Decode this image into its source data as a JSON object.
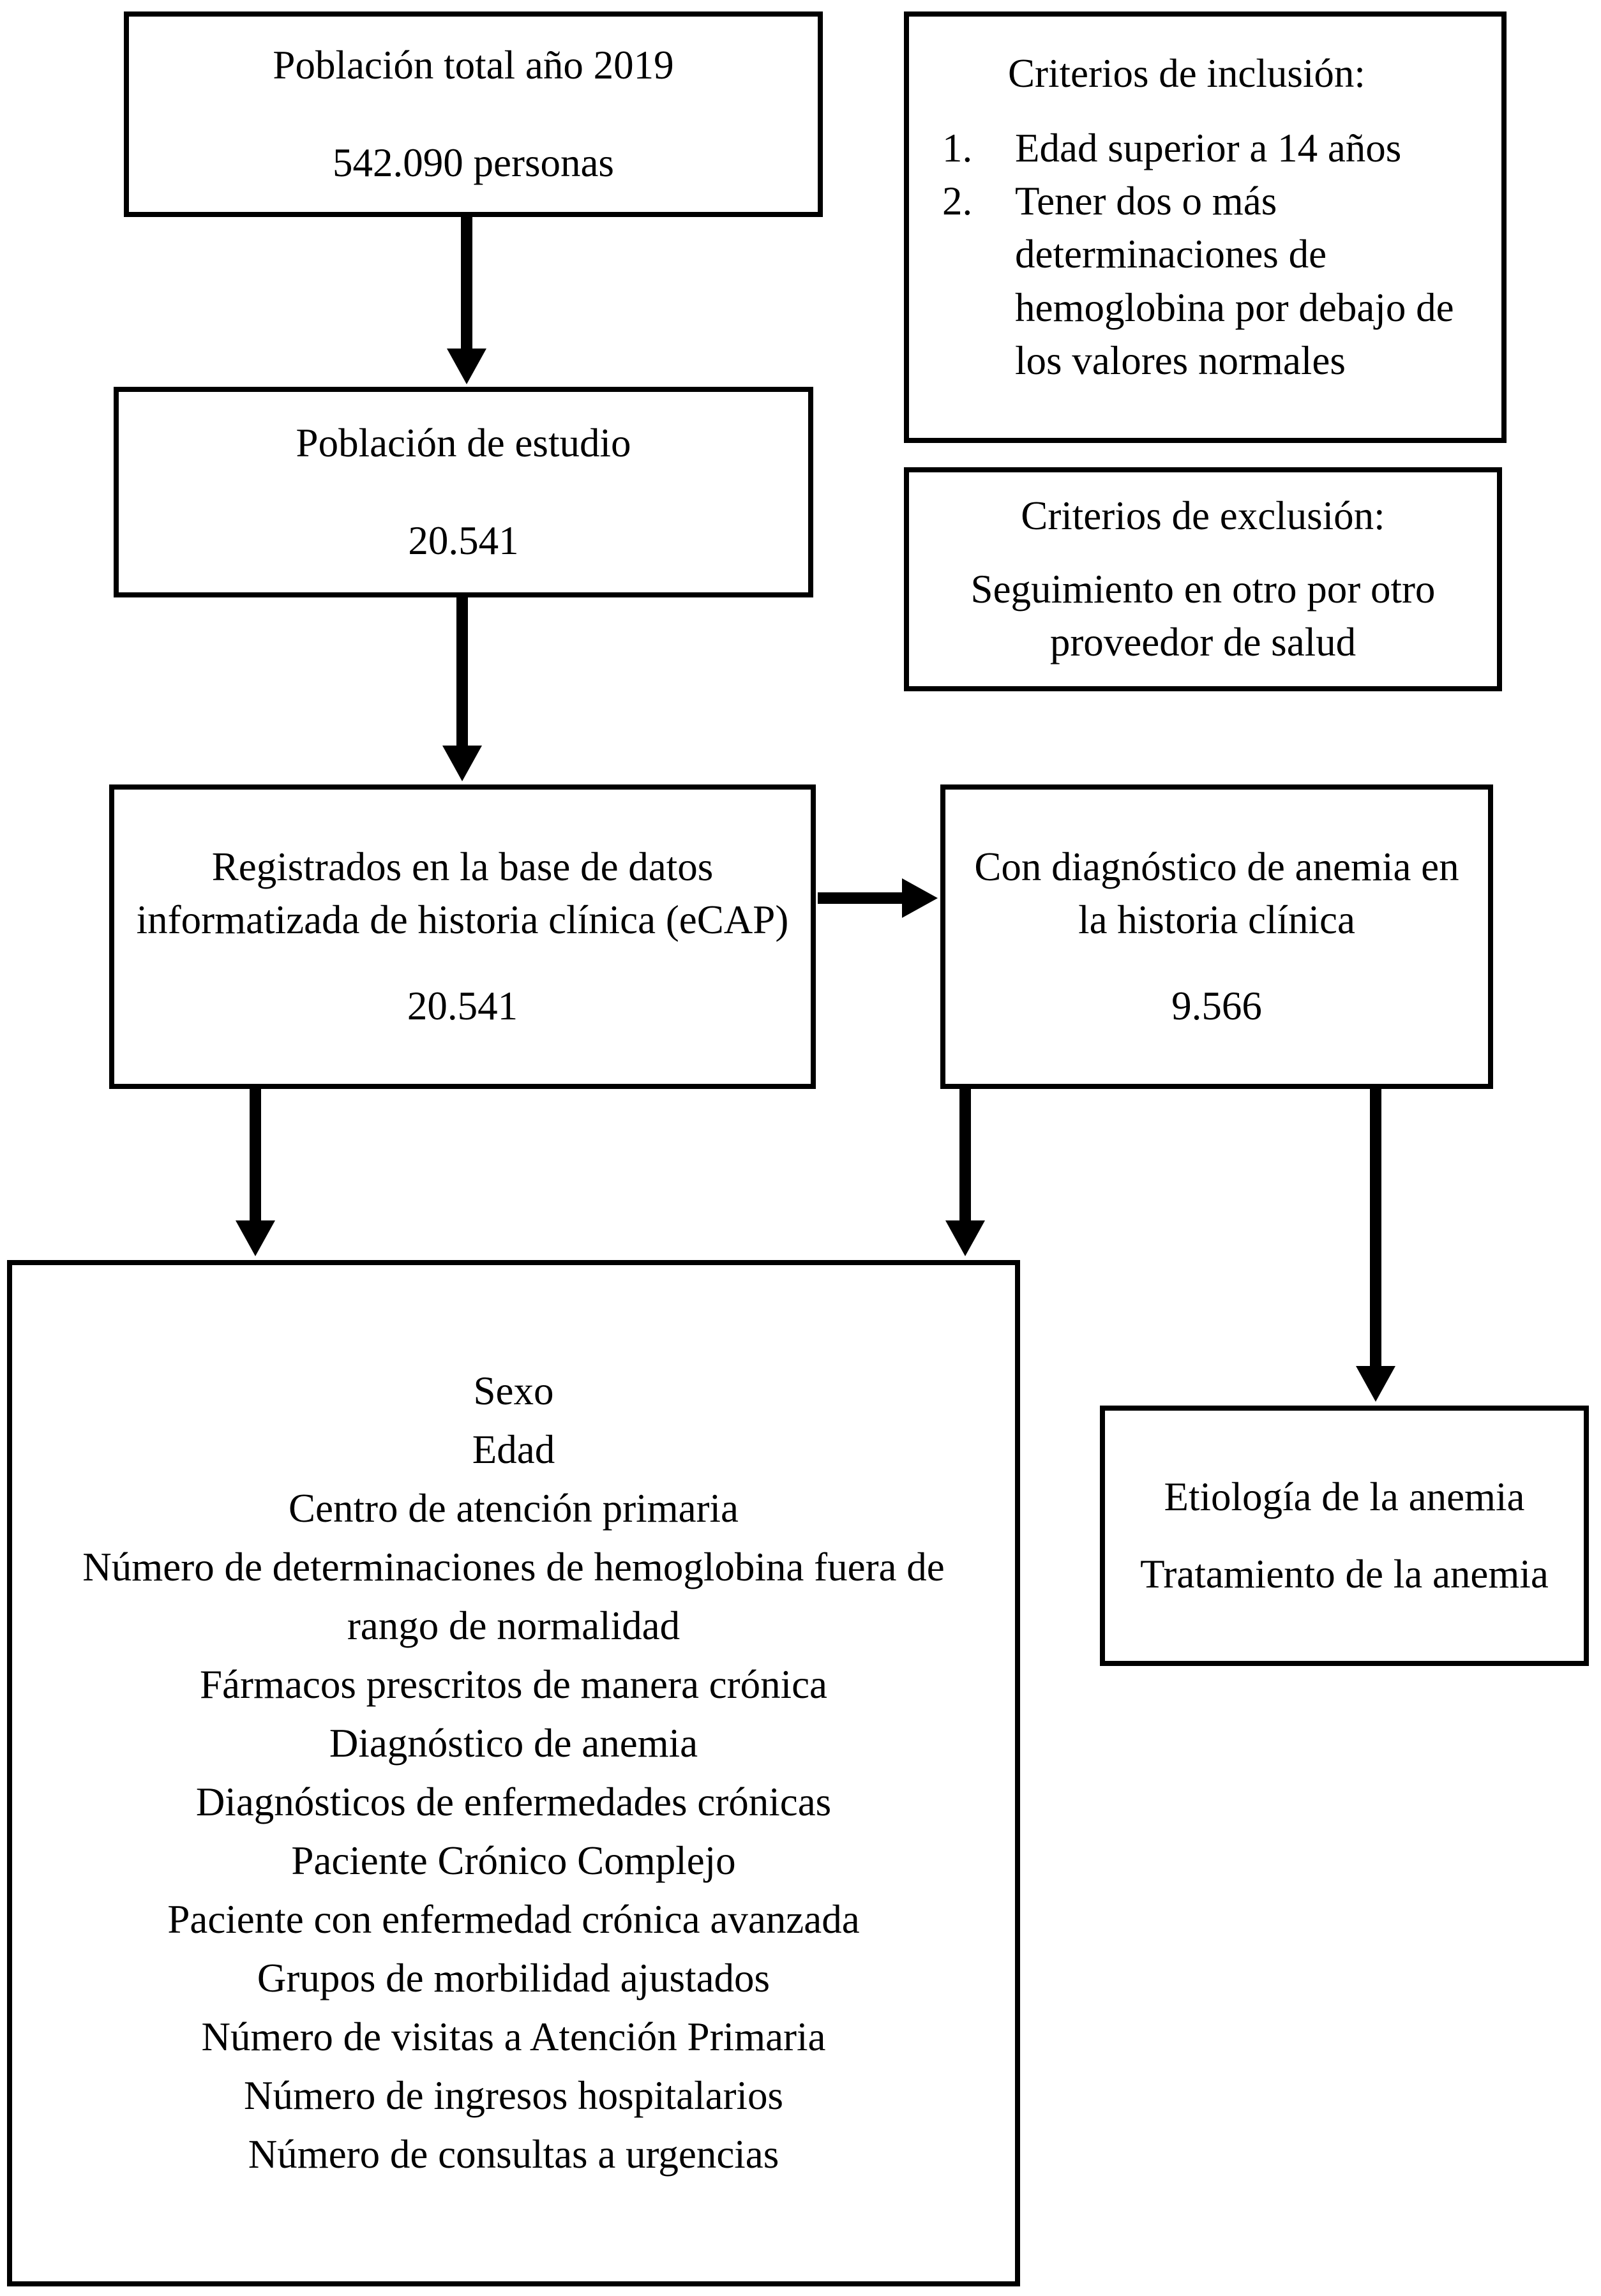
{
  "boxes": {
    "total_population": {
      "title": "Población total año 2019",
      "value": "542.090 personas"
    },
    "inclusion": {
      "title": "Criterios de inclusión:",
      "markers": [
        "1.",
        "2."
      ],
      "items": [
        "Edad superior a 14 años",
        "Tener dos o más determinaciones de hemoglobina por debajo de los valores normales"
      ]
    },
    "study_population": {
      "title": "Población de estudio",
      "value": "20.541"
    },
    "exclusion": {
      "title": "Criterios de exclusión:",
      "text": "Seguimiento en otro por otro proveedor de salud"
    },
    "ecap_registry": {
      "title": "Registrados en la base de datos informatizada de historia clínica (eCAP)",
      "value": "20.541"
    },
    "anemia_diagnosis": {
      "title": "Con diagnóstico de anemia en la historia clínica",
      "value": "9.566"
    },
    "variables": {
      "items": [
        "Sexo",
        "Edad",
        "Centro de atención primaria",
        "Número de determinaciones de hemoglobina fuera de rango de normalidad",
        "Fármacos prescritos de manera crónica",
        "Diagnóstico de anemia",
        "Diagnósticos de enfermedades crónicas",
        "Paciente Crónico Complejo",
        "Paciente con enfermedad crónica avanzada",
        "Grupos de morbilidad ajustados",
        "Número de visitas a Atención Primaria",
        "Número de ingresos hospitalarios",
        "Número de consultas a urgencias"
      ]
    },
    "outcomes": {
      "line1": "Etiología de la anemia",
      "line2": "Tratamiento de la anemia"
    }
  }
}
